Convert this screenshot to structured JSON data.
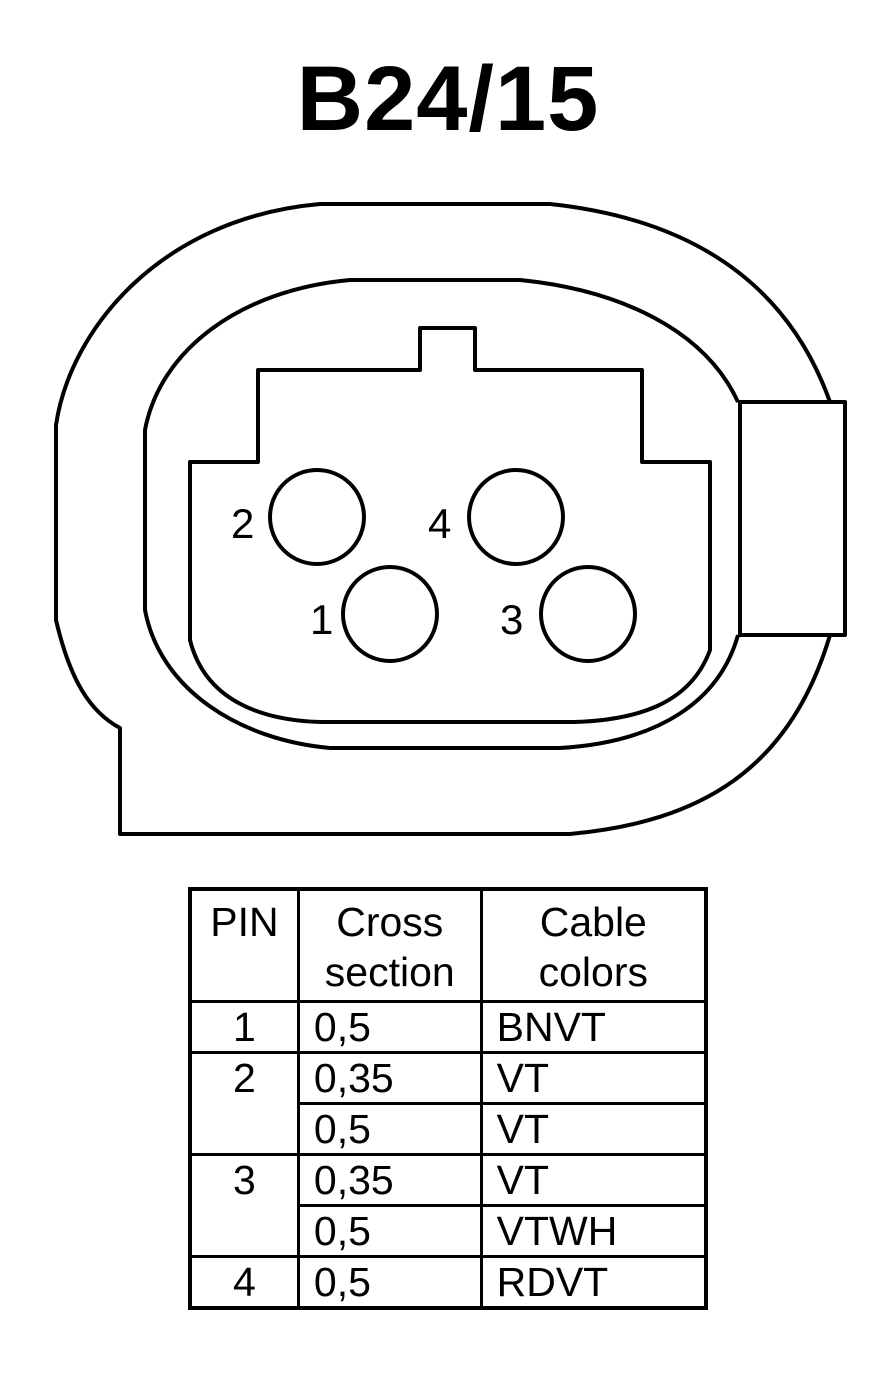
{
  "title": "B24/15",
  "connector": {
    "pins": [
      {
        "label": "2"
      },
      {
        "label": "4"
      },
      {
        "label": "1"
      },
      {
        "label": "3"
      }
    ]
  },
  "table": {
    "headers": {
      "pin": "PIN",
      "cross_section_line1": "Cross",
      "cross_section_line2": "section",
      "cable_colors_line1": "Cable",
      "cable_colors_line2": "colors"
    },
    "rows": [
      {
        "pin": "1",
        "cross_section": "0,5",
        "cable_color": "BNVT"
      },
      {
        "pin": "2",
        "cross_section": "0,35",
        "cable_color": "VT"
      },
      {
        "pin": "",
        "cross_section": "0,5",
        "cable_color": "VT"
      },
      {
        "pin": "3",
        "cross_section": "0,35",
        "cable_color": "VT"
      },
      {
        "pin": "",
        "cross_section": "0,5",
        "cable_color": "VTWH"
      },
      {
        "pin": "4",
        "cross_section": "0,5",
        "cable_color": "RDVT"
      }
    ]
  }
}
